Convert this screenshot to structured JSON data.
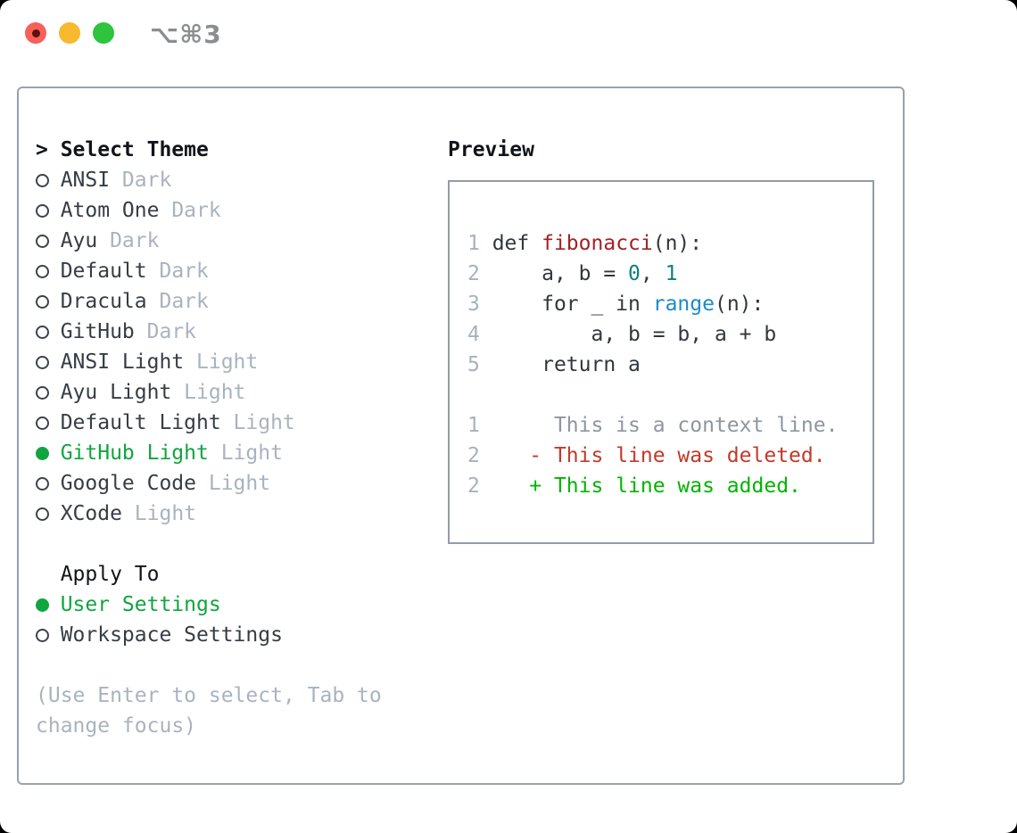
{
  "titlebar": {
    "hotkey_label": "⌥⌘3",
    "traffic_lights": [
      {
        "name": "close-button",
        "color": "red",
        "has_inner_dot": true
      },
      {
        "name": "minimize-button",
        "color": "yellow",
        "has_inner_dot": false
      },
      {
        "name": "zoom-button",
        "color": "green",
        "has_inner_dot": false
      }
    ]
  },
  "theme_selector": {
    "prompt": ">",
    "title": "Select Theme",
    "themes": [
      {
        "name": "ANSI",
        "variant": "Dark",
        "selected": false
      },
      {
        "name": "Atom One",
        "variant": "Dark",
        "selected": false
      },
      {
        "name": "Ayu",
        "variant": "Dark",
        "selected": false
      },
      {
        "name": "Default",
        "variant": "Dark",
        "selected": false
      },
      {
        "name": "Dracula",
        "variant": "Dark",
        "selected": false
      },
      {
        "name": "GitHub",
        "variant": "Dark",
        "selected": false
      },
      {
        "name": "ANSI Light",
        "variant": "Light",
        "selected": false
      },
      {
        "name": "Ayu Light",
        "variant": "Light",
        "selected": false
      },
      {
        "name": "Default Light",
        "variant": "Light",
        "selected": false
      },
      {
        "name": "GitHub Light",
        "variant": "Light",
        "selected": true
      },
      {
        "name": "Google Code",
        "variant": "Light",
        "selected": false
      },
      {
        "name": "XCode",
        "variant": "Light",
        "selected": false
      }
    ]
  },
  "apply_to": {
    "title": "Apply To",
    "options": [
      {
        "label": "User Settings",
        "selected": true
      },
      {
        "label": "Workspace Settings",
        "selected": false
      }
    ]
  },
  "help_text": "(Use Enter to select, Tab to change focus)",
  "preview": {
    "title": "Preview",
    "lines": [
      {
        "num": "1",
        "segments": [
          [
            " def ",
            "fg"
          ],
          [
            "fibonacci",
            "func"
          ],
          [
            "(n):",
            "fg"
          ]
        ]
      },
      {
        "num": "2",
        "segments": [
          [
            "     a, b = ",
            "fg"
          ],
          [
            "0",
            "num"
          ],
          [
            ", ",
            "fg"
          ],
          [
            "1",
            "num"
          ]
        ]
      },
      {
        "num": "3",
        "segments": [
          [
            "     for _ in ",
            "fg"
          ],
          [
            "range",
            "builtin"
          ],
          [
            "(n):",
            "fg"
          ]
        ]
      },
      {
        "num": "4",
        "segments": [
          [
            "         a, b = b, a + b",
            "fg"
          ]
        ]
      },
      {
        "num": "5",
        "segments": [
          [
            "     return a",
            "fg"
          ]
        ]
      },
      {
        "num": "",
        "segments": []
      },
      {
        "num": "1",
        "segments": [
          [
            "      This is a context line.",
            "context"
          ]
        ]
      },
      {
        "num": "2",
        "segments": [
          [
            "    - This line was deleted.",
            "removed"
          ]
        ]
      },
      {
        "num": "2",
        "segments": [
          [
            "    + This line was added.",
            "added"
          ]
        ]
      }
    ]
  },
  "colors": {
    "heading": "#111418",
    "item": "#363d45",
    "muted": "#a9b3bf",
    "green": "#10a53f",
    "panel-border": "#99a2ac",
    "box-border": "#939ca6",
    "fg": "#30373e",
    "func": "#a32125",
    "builtin": "#1b8cc8",
    "numlit": "#0d7f85",
    "context": "#8e969f",
    "removed": "#c2392a",
    "added": "#03b303",
    "lineno": "#a7b1be",
    "hotkey": "#8b8e90",
    "light-red": "#f8605a",
    "light-yellow": "#f7b92e",
    "light-green": "#2ec43e",
    "light-red-dot": "#5c100e"
  }
}
